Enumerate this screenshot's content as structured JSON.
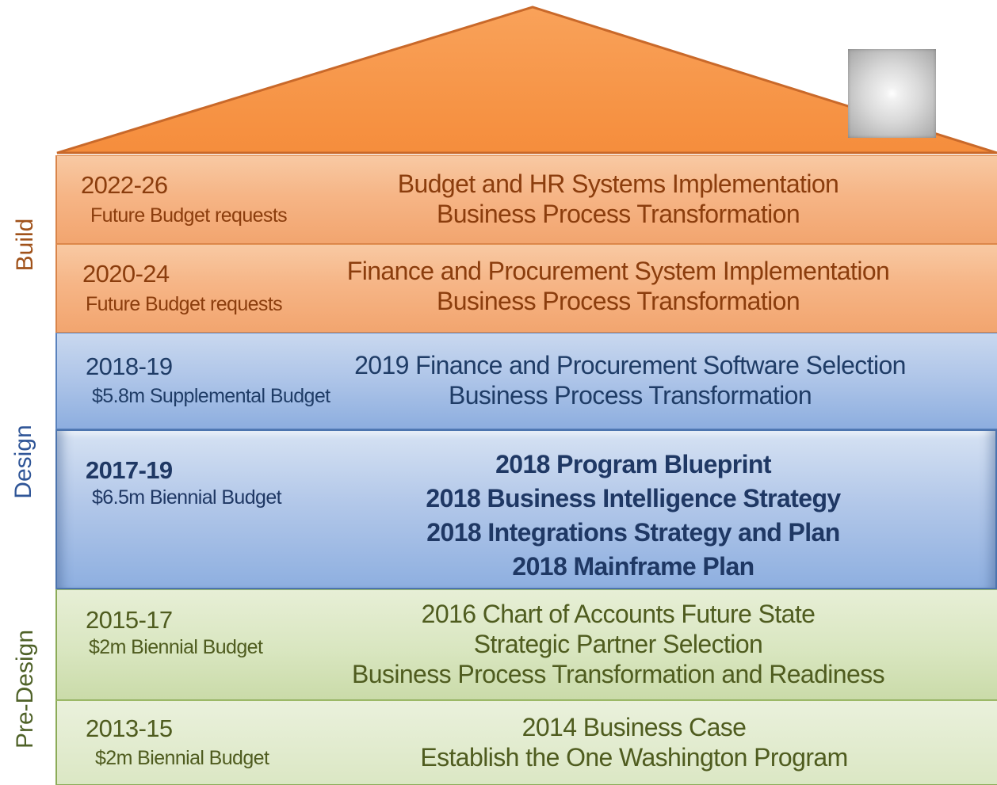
{
  "phases": [
    {
      "label": "Build",
      "color": "#a0521a"
    },
    {
      "label": "Design",
      "color": "#2f5597"
    },
    {
      "label": "Pre-Design",
      "color": "#4f6228"
    }
  ],
  "tiers": [
    {
      "year": "2022-26",
      "budget": "Future Budget requests",
      "items": [
        "Budget and HR Systems Implementation",
        "Business Process Transformation"
      ]
    },
    {
      "year": "2020-24",
      "budget": "Future Budget requests",
      "items": [
        "Finance and Procurement System Implementation",
        "Business Process Transformation"
      ]
    },
    {
      "year": "2018-19",
      "budget": "$5.8m Supplemental Budget",
      "items": [
        "2019 Finance and Procurement Software Selection",
        "Business Process Transformation"
      ]
    },
    {
      "year": "2017-19",
      "budget": "$6.5m Biennial Budget",
      "items": [
        "2018 Program Blueprint",
        "2018 Business Intelligence Strategy",
        "2018 Integrations Strategy and Plan",
        "2018 Mainframe Plan"
      ]
    },
    {
      "year": "2015-17",
      "budget": "$2m Biennial Budget",
      "items": [
        "2016 Chart of Accounts Future State",
        "Strategic Partner Selection",
        "Business Process Transformation and Readiness"
      ]
    },
    {
      "year": "2013-15",
      "budget": "$2m Biennial Budget",
      "items": [
        "2014 Business Case",
        "Establish the One Washington Program"
      ]
    }
  ],
  "colors": {
    "roof": "#f79646",
    "build": "#f6b586",
    "design": "#adc4e8",
    "pre_design": "#d9e6c0"
  }
}
